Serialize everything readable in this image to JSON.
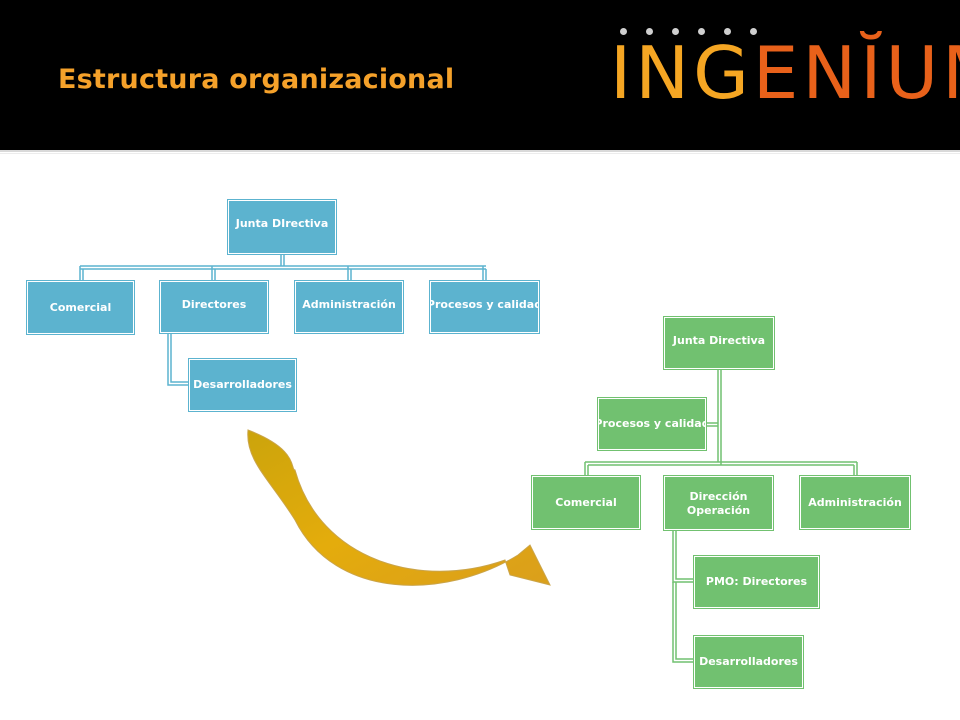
{
  "slide": {
    "title": "Estructura organizacional"
  },
  "logo": {
    "part1": "ING",
    "part2": "ENĬUM",
    "dots": 6
  },
  "org_before": {
    "root": "Junta DIrectiva",
    "children": [
      "Comercial",
      "Directores",
      "Administración",
      "Procesos y calidad"
    ],
    "sub_of_directores": "Desarrolladores"
  },
  "org_after": {
    "root": "Junta Directiva",
    "assistant": "Procesos y calidad",
    "children": [
      "Comercial",
      "Dirección Operación",
      "Administración"
    ],
    "sub_of_direccion": [
      "PMO: Directores",
      "Desarrolladores"
    ]
  },
  "colors": {
    "header_bg": "#000000",
    "title": "#f5a12a",
    "blue_node": "#5cb3cf",
    "green_node": "#71c170",
    "arrow": "#e0a000"
  }
}
